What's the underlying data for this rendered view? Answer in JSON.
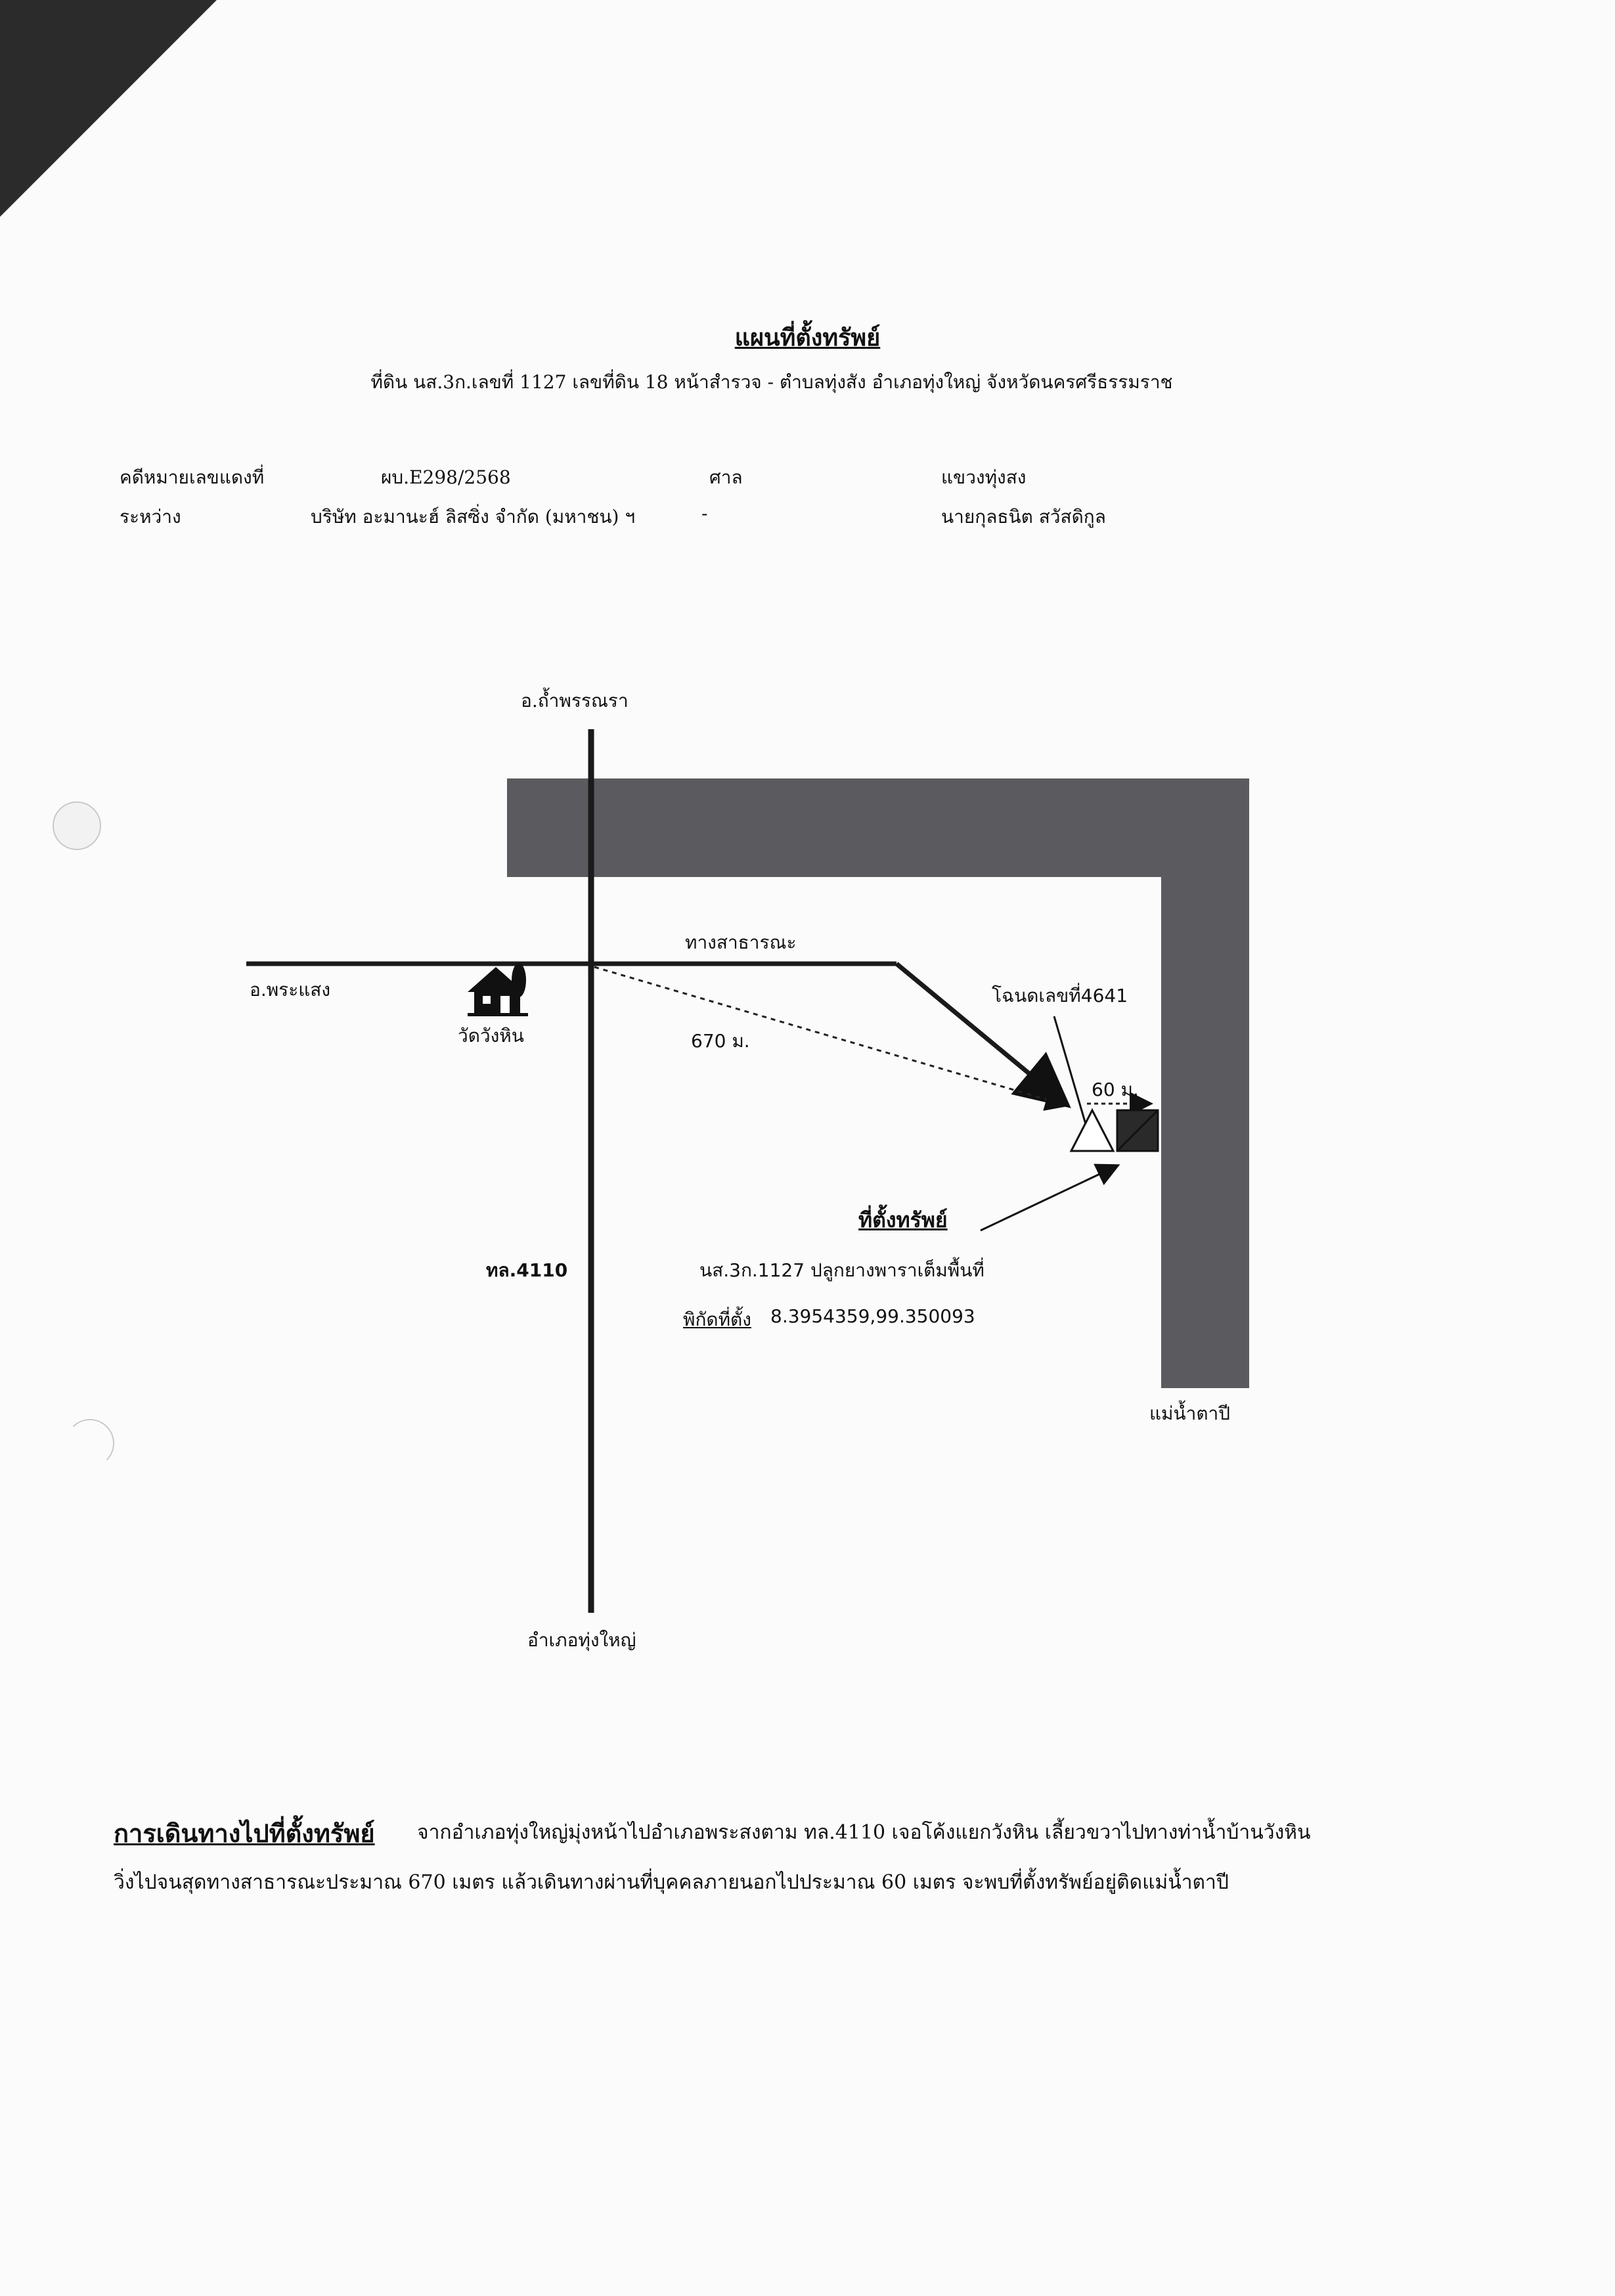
{
  "header": {
    "title": "แผนที่ตั้งทรัพย์",
    "subtitle": "ที่ดิน นส.3ก.เลขที่ 1127 เลขที่ดิน 18 หน้าสำรวจ - ตำบลทุ่งสัง อำเภอทุ่งใหญ่ จังหวัดนครศรีธรรมราช"
  },
  "case": {
    "case_no_label": "คดีหมายเลขแดงที่",
    "case_no_value": "ผบ.E298/2568",
    "court_label": "ศาล",
    "court_value": "แขวงทุ่งสง",
    "between_label": "ระหว่าง",
    "plaintiff": "บริษัท อะมานะฮ์ ลิสซิ่ง จำกัด (มหาชน) ฯ",
    "dash": "-",
    "defendant": "นายกุลธนิต  สวัสดิกูล"
  },
  "map": {
    "north_label": "อ.ถ้ำพรรณรา",
    "west_label": "อ.พระแสง",
    "south_label": "อำเภอทุ่งใหญ่",
    "temple_label": "วัดวังหิน",
    "public_road_label": "ทางสาธารณะ",
    "distance_670": "670 ม.",
    "deed_label": "โฉนดเลขที่4641",
    "distance_60": "60 ม.",
    "property_label": "ที่ตั้งทรัพย์",
    "highway_label": "ทล.4110",
    "property_desc": "นส.3ก.1127 ปลูกยางพาราเต็มพื้นที่",
    "coord_label": "พิกัดที่ตั้ง",
    "coord_value": "8.3954359,99.350093",
    "river_label": "แม่น้ำตาปี",
    "colors": {
      "river": "#5b5a5f",
      "road": "#1a1a1a"
    },
    "icons": [
      "house-icon",
      "tree-icon",
      "triangle-marker-icon",
      "property-square-icon"
    ]
  },
  "route": {
    "heading": "การเดินทางไปที่ตั้งทรัพย์",
    "line1": "จากอำเภอทุ่งใหญ่มุ่งหน้าไปอำเภอพระสงตาม ทล.4110 เจอโค้งแยกวังหิน เลี้ยวขวาไปทางท่าน้ำบ้านวังหิน",
    "line2": "วิ่งไปจนสุดทางสาธารณะประมาณ 670 เมตร แล้วเดินทางผ่านที่บุคคลภายนอกไปประมาณ 60 เมตร จะพบที่ตั้งทรัพย์อยู่ติดแม่น้ำตาปี"
  }
}
